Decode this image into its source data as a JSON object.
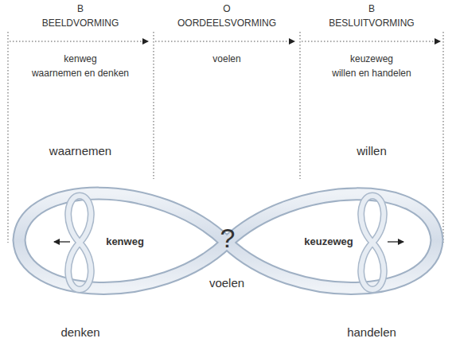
{
  "diagram": {
    "labels": [
      "B",
      "BEELDVORMING",
      "O",
      "OORDEELSVORMING",
      "B",
      "BESLUITVORMING",
      "kenweg",
      "waarnemen en denken",
      "voelen",
      "keuzeweg",
      "willen en handelen",
      "waarnemen",
      "willen",
      "kenweg",
      "?",
      "keuzeweg",
      "voelen",
      "denken",
      "handelen"
    ]
  }
}
